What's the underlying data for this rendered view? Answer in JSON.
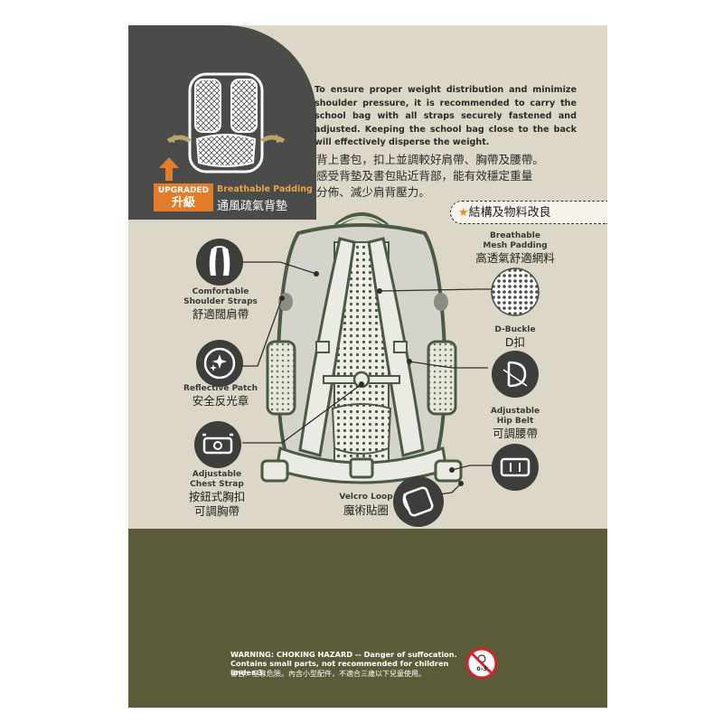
{
  "intro": {
    "en": "To ensure proper weight distribution and minimize shoulder pressure, it is recommended to carry the school bag with all straps securely fastened and adjusted. Keeping the school bag close to the back will effectively disperse the weight.",
    "zh": "背上書包，扣上並調較好肩帶、胸帶及腰帶。\n感受背墊及書包貼近背部，能有效穩定重量\n分佈、減少肩背壓力。"
  },
  "upgraded": {
    "badge_en": "UPGRADED",
    "badge_zh": "升級",
    "title_en": "Breathable Padding",
    "title_zh": "通風疏氣背墊"
  },
  "structure_pill": "結構及物料改良",
  "features": {
    "mesh": {
      "en_line1": "Breathable",
      "en_line2": "Mesh Padding",
      "zh": "高透氣舒適網料"
    },
    "shoulder": {
      "en_line1": "Comfortable",
      "en_line2": "Shoulder Straps",
      "zh": "舒適闊肩帶"
    },
    "dbuckle": {
      "en": "D-Buckle",
      "zh": "D扣"
    },
    "reflective": {
      "en": "Reflective Patch",
      "zh": "安全反光章"
    },
    "hipbelt": {
      "en_line1": "Adjustable",
      "en_line2": "Hip Belt",
      "zh": "可調腰帶"
    },
    "chest": {
      "en_line1": "Adjustable",
      "en_line2": "Chest Strap",
      "zh_line1": "按鈕式胸扣",
      "zh_line2": "可調胸帶"
    },
    "velcro": {
      "en": "Velcro Loop",
      "zh": "魔術貼圈"
    }
  },
  "warning": {
    "title": "WARNING: CHOKING HAZARD",
    "en": "-- Danger of suffocation. Contains small parts, not recommended for children under 3.",
    "zh": "警告：窒息危險。內含小型配件，不適合三歲以下兒童使用。",
    "age_label": "0–3"
  },
  "colors": {
    "panel": "#dcd7c7",
    "dark_tab": "#4b4b49",
    "accent_orange": "#e27c2b",
    "olive_band": "#5b5a39",
    "bag_green": "#4a5a44"
  }
}
